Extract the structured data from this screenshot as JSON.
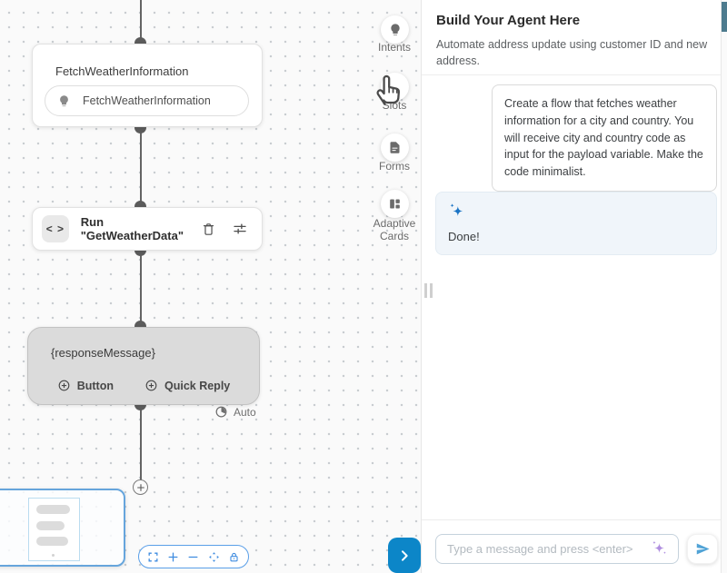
{
  "flow": {
    "intent_node": {
      "title": "FetchWeatherInformation",
      "chip_label": "FetchWeatherInformation"
    },
    "code_node": {
      "code_glyph": "< >",
      "label": "Run \"GetWeatherData\""
    },
    "message_node": {
      "label": "{responseMessage}",
      "actions": [
        {
          "label": "Button"
        },
        {
          "label": "Quick Reply"
        }
      ]
    },
    "auto_badge": "Auto"
  },
  "tools_palette": {
    "items": [
      {
        "label": "Intents",
        "icon": "lightbulb-icon"
      },
      {
        "label": "Slots",
        "icon": "slot-icon"
      },
      {
        "label": "Forms",
        "icon": "document-icon"
      },
      {
        "label": "Adaptive Cards",
        "icon": "cards-icon"
      }
    ]
  },
  "canvas_toolbar": {
    "icons": [
      "fullscreen-icon",
      "zoom-in-icon",
      "zoom-out-icon",
      "fit-view-icon",
      "lock-icon"
    ]
  },
  "assistant_panel": {
    "title": "Build Your Agent Here",
    "subtitle": "Automate address update using customer ID and new address.",
    "messages": [
      {
        "role": "user",
        "text": "Create a flow that fetches weather information for a city and country. You will receive city and country code as input for the payload variable. Make the code minimalist."
      },
      {
        "role": "assistant",
        "text": "Done!"
      }
    ],
    "input_placeholder": "Type a message and press <enter>"
  },
  "colors": {
    "accent_blue": "#0c86c8",
    "toolbar_blue": "#3f8ce0",
    "ai_sparkle_blue": "#1b74c5",
    "input_sparkle_purple": "#b08fe0",
    "bot_bubble_bg": "#f0f5fa",
    "node_gray_bg": "#dbdbdb",
    "scrollbar_thumb": "#4d7b8e"
  }
}
